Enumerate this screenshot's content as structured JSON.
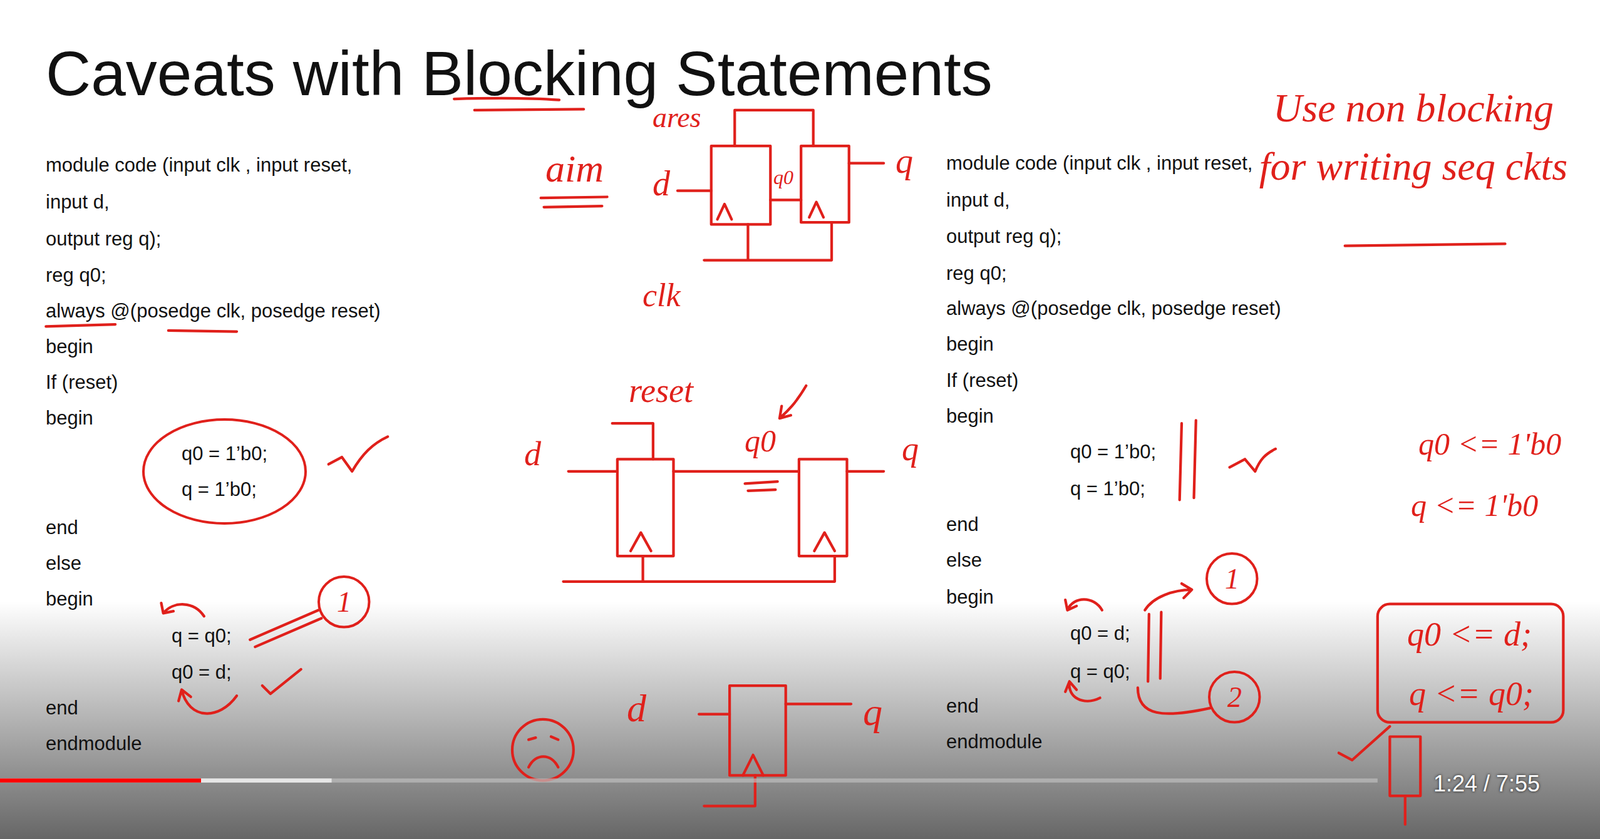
{
  "diagram": {
    "title": "Caveats with Blocking Statements",
    "nodes": [
      {
        "text": [
          "q0 = 1’b0;",
          "q = 1’b0;"
        ]
      },
      {
        "text": [
          "1"
        ]
      },
      {
        "text": [
          "1"
        ]
      },
      {
        "text": [
          "2"
        ]
      }
    ],
    "labels": [
      "module code (input clk , input reset,",
      "input d,",
      "output reg q);",
      "reg q0;",
      "always @(posedge clk, posedge reset)",
      "begin",
      "If (reset)",
      "begin",
      "end",
      "else",
      "begin",
      "q = q0;",
      "q0 = d;",
      "end",
      "endmodule",
      "ares",
      "aim",
      "d",
      "q0",
      "q",
      "clk",
      "reset",
      "d",
      "q0",
      "q",
      "d",
      "q",
      "module code (input clk , input reset,",
      "input d,",
      "output reg q);",
      "reg q0;",
      "always @(posedge clk, posedge reset)",
      "begin",
      "If (reset)",
      "begin",
      "q0 = 1’b0;",
      "q = 1’b0;",
      "end",
      "else",
      "begin",
      "q0 = d;",
      "q = q0;",
      "end",
      "endmodule",
      "Use non blocking for writing seq ckts",
      "q0 <= 1'b0",
      "q <= 1'b0",
      "q0 <= d;",
      "q <= q0;",
      "1:24 / 7:55"
    ]
  }
}
